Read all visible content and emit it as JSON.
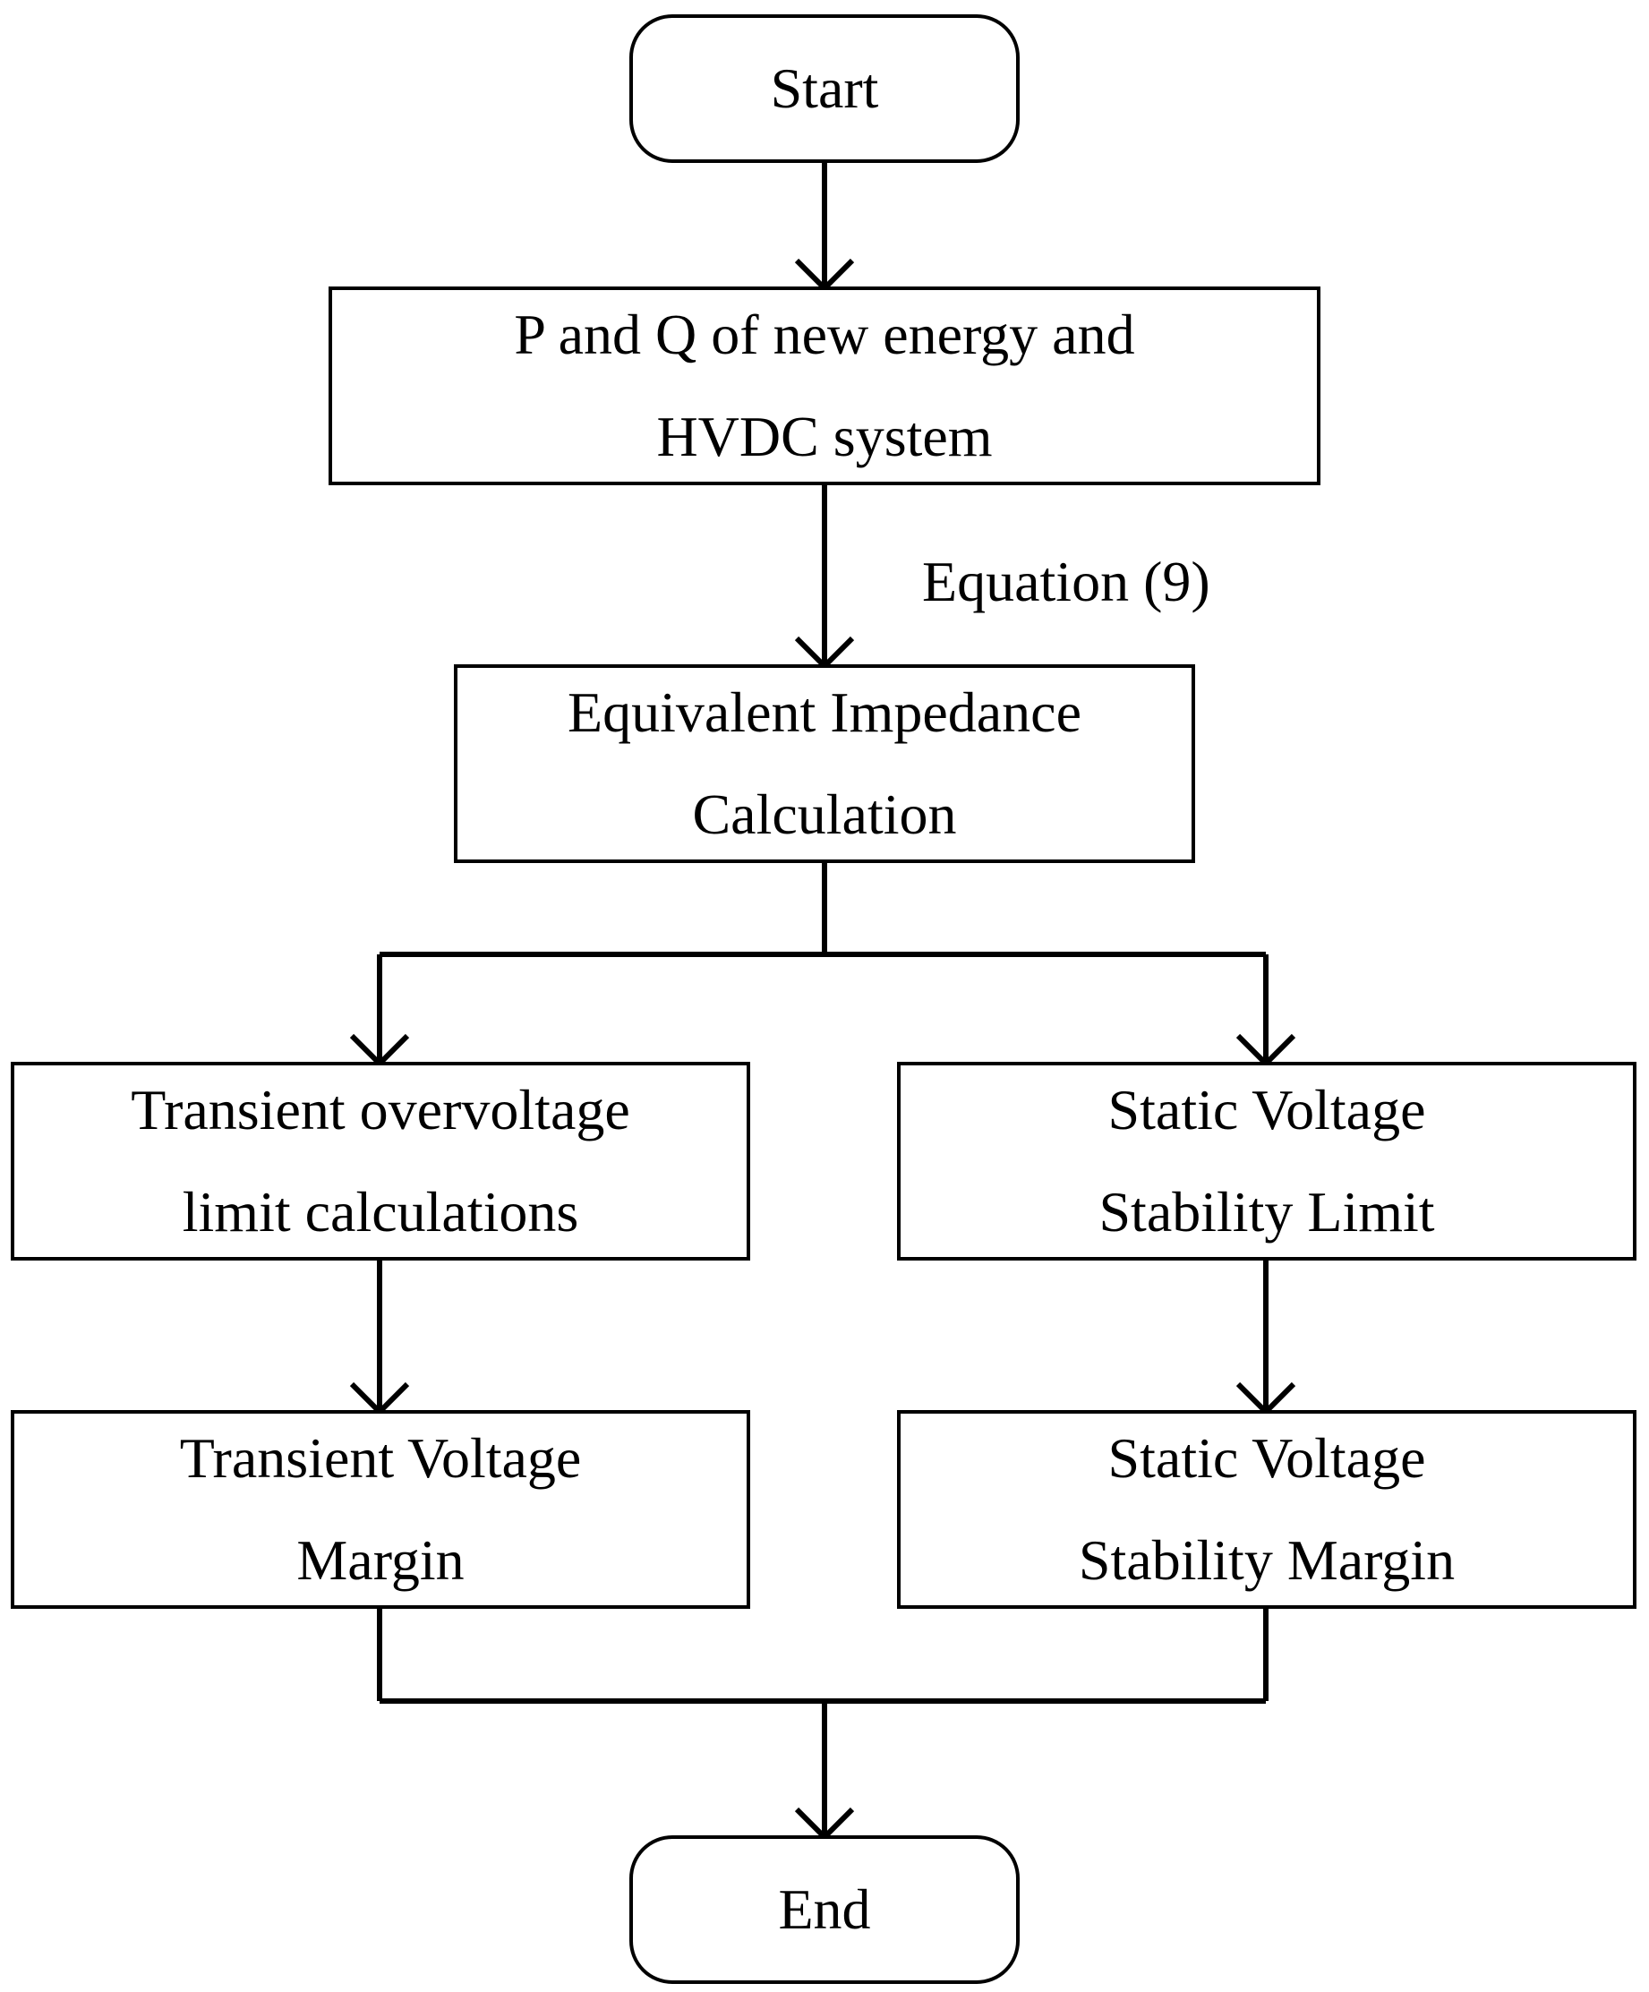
{
  "nodes": {
    "start": {
      "lines": [
        "Start"
      ]
    },
    "inputs": {
      "lines": [
        "P and Q of new energy and",
        "HVDC system"
      ]
    },
    "impedance": {
      "lines": [
        "Equivalent Impedance",
        "Calculation"
      ]
    },
    "transient_limit": {
      "lines": [
        "Transient overvoltage",
        "limit calculations"
      ]
    },
    "static_limit": {
      "lines": [
        "Static Voltage",
        "Stability Limit"
      ]
    },
    "transient_margin": {
      "lines": [
        "Transient Voltage",
        "Margin"
      ]
    },
    "static_margin": {
      "lines": [
        "Static Voltage",
        "Stability Margin"
      ]
    },
    "end": {
      "lines": [
        "End"
      ]
    }
  },
  "edge_labels": {
    "inputs_to_impedance": "Equation (9)"
  },
  "edges": [
    {
      "from": "start",
      "to": "inputs"
    },
    {
      "from": "inputs",
      "to": "impedance",
      "label": "Equation (9)"
    },
    {
      "from": "impedance",
      "to": "transient_limit"
    },
    {
      "from": "impedance",
      "to": "static_limit"
    },
    {
      "from": "transient_limit",
      "to": "transient_margin"
    },
    {
      "from": "static_limit",
      "to": "static_margin"
    },
    {
      "from": "transient_margin",
      "to": "end"
    },
    {
      "from": "static_margin",
      "to": "end"
    }
  ]
}
